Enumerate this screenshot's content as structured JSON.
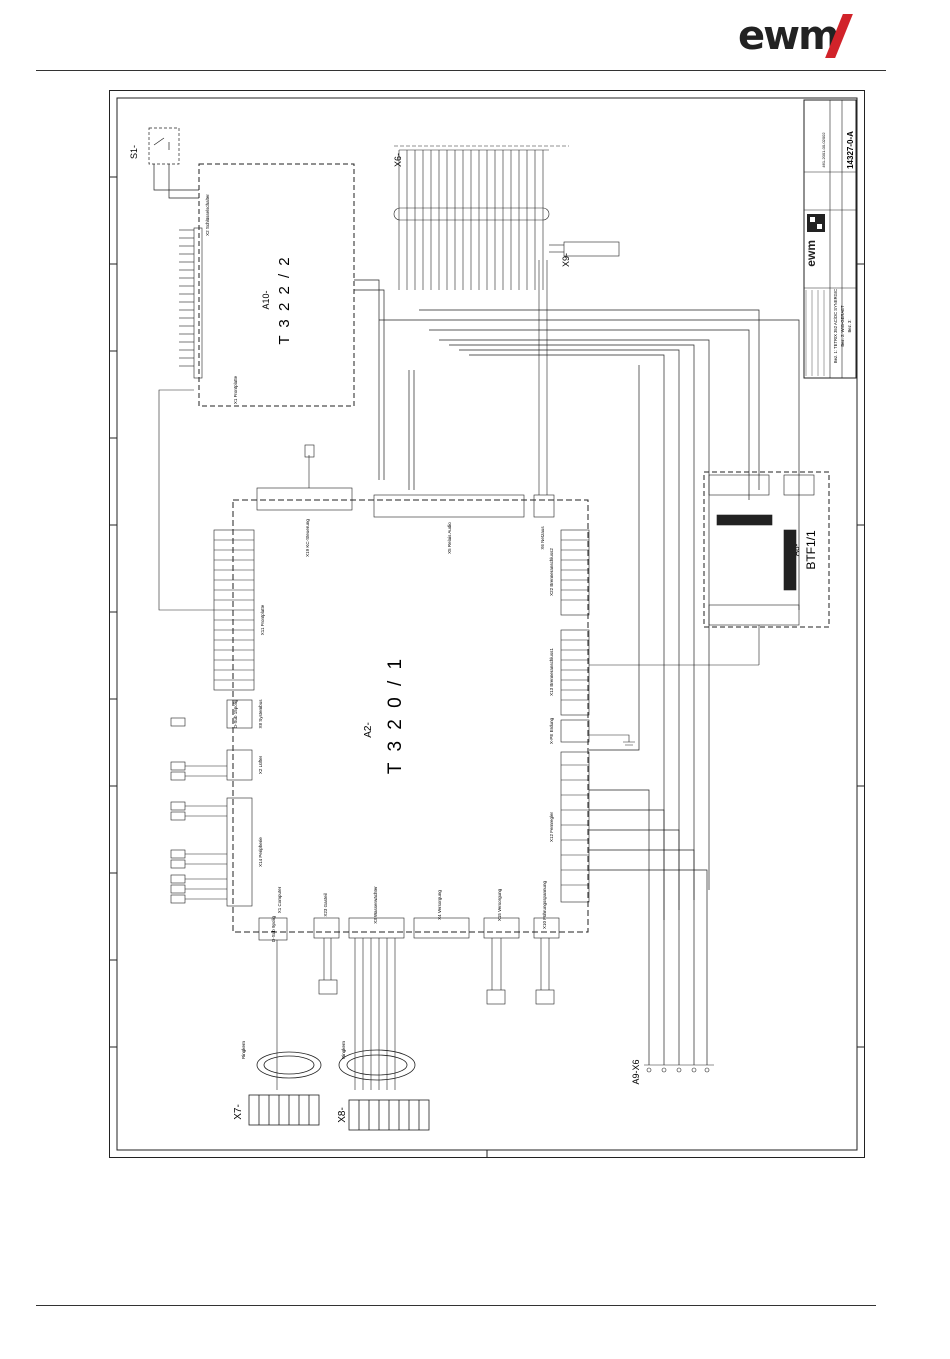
{
  "header": {
    "logo_text": "ewm"
  },
  "title_block": {
    "drawing_number": "14327-0-A",
    "line1": "Bez. 1: TETRIX 352 AC/DC SYNERGIC",
    "line2": "Bez. 2: WIG-GERAET",
    "line3": "Bez. 3:",
    "doc_no": "461-2001-00-02002"
  },
  "modules": {
    "a2": {
      "ref": "A2-",
      "name": "T 3 2 0 / 1"
    },
    "a10": {
      "ref": "A10-",
      "name": "T 3 2 2 / 2"
    },
    "a8": {
      "ref": "A8-",
      "name": "BTF1/1"
    }
  },
  "labels": {
    "s1": "S1-",
    "x6": "X6-",
    "x9": "X9-",
    "x7": "X7-",
    "x8": "X8-",
    "a9x6": "A9-X6",
    "ringkern1": "Ringkern",
    "ringkern2": "Ringkern",
    "x1_front": "X1 Frontplatte",
    "x2_schl": "X2 Schlüsselschalter",
    "x11_front": "X11 Frontplatte",
    "x19": "X19 KC-Steuerung",
    "x5": "X5 Relais Audio",
    "x6n": "X6 Netzaus",
    "x22": "X22 Brenneranschluss2",
    "x13": "X13 Brenneranschluss1",
    "xpe": "X-PE Erdung",
    "x12": "X12 Fernregler",
    "x10": "X10 Führungsspannung",
    "x15": "X15 Versorgung",
    "x4": "X4 Versorgung",
    "x3": "X3 Wasserwächter",
    "x23": "X23 Gasteil",
    "x1c": "X1 Computer",
    "x14": "X14 Peripherie",
    "x2l": "X2 Lüfter",
    "x8s": "X8 Systembus",
    "dsub15": "D-Sub 15polig",
    "dsub9": "D-Sub 9polig"
  }
}
